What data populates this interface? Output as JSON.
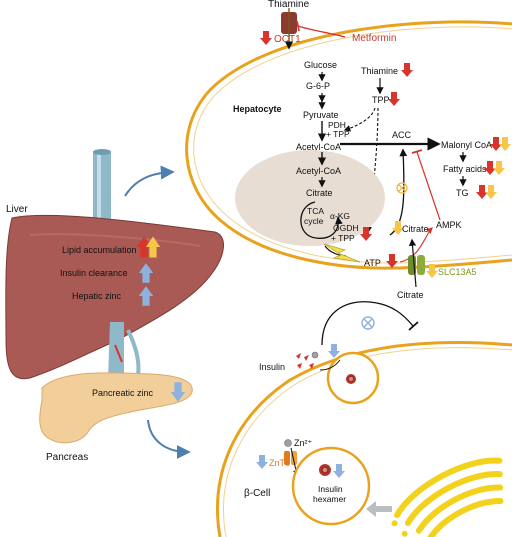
{
  "labels": {
    "thiamine_top": "Thiamine",
    "oct1": "OCT1",
    "metformin": "Metformin",
    "glucose": "Glucose",
    "g6p": "G-6-P",
    "pyruvate": "Pyruvate",
    "pdh": "PDH",
    "pdh_tpp": "+ TPP",
    "acetylcoa_cyto": "Acetyl-CoA",
    "acetylcoa_mito": "Acetyl-CoA",
    "citrate_mito": "Citrate",
    "tca_1": "TCA",
    "tca_2": "cycle",
    "akg": "α-KG",
    "ogdh": "OGDH",
    "ogdh_tpp": "+ TPP",
    "hepatocyte": "Hepatocyte",
    "thiamine_in": "Thiamine",
    "tpp": "TPP",
    "acc": "ACC",
    "malonyl": "Malonyl CoA",
    "fatty_acids": "Fatty acids",
    "tg": "TG",
    "ampk": "AMPK",
    "citrate_cyto": "Citrate",
    "atp": "ATP",
    "slc13a5": "SLC13A5",
    "citrate_out": "Citrate",
    "liver": "Liver",
    "lipid": "Lipid accumulation",
    "insulin_clear": "Insulin clearance",
    "hepatic_zinc": "Hepatic zinc",
    "pancreatic_zinc": "Pancreatic zinc",
    "pancreas": "Pancreas",
    "insulin": "Insulin",
    "zn": "Zn²⁺",
    "znt8": "ZnT8",
    "beta_cell": "β-Cell",
    "hexamer_1": "Insulin",
    "hexamer_2": "hexamer"
  },
  "colors": {
    "membrane": "#e8a21c",
    "down_red": "#d9342b",
    "down_blue": "#8fb1de",
    "up_red": "#d9342b",
    "up_yellow": "#f3c83a",
    "orange_yellow": "#f6c54a",
    "inhibit_red": "#d9342b",
    "text_red": "#c0392b",
    "text_olive": "#7a9a1a",
    "text_orange": "#e07b20",
    "liver": "#a95a55",
    "pancreas": "#f2cf9a",
    "mito": "#e7ddd3",
    "vessel": "#8fb8c9"
  },
  "icons": [
    "arrow-down-icon",
    "arrow-up-icon",
    "inhibition-icon",
    "transporter-icon",
    "golgi-icon",
    "insulin-granule-icon",
    "blocked-x-icon"
  ]
}
